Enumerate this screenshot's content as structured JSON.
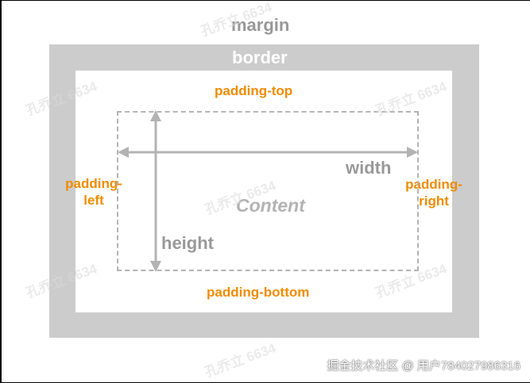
{
  "labels": {
    "margin": "margin",
    "border": "border",
    "padding_top": "padding-top",
    "padding_left_1": "padding-",
    "padding_left_2": "left",
    "padding_right_1": "padding-",
    "padding_right_2": "right",
    "padding_bottom": "padding-bottom",
    "content": "Content",
    "width": "width",
    "height": "height"
  },
  "watermark": {
    "diagonal": "孔乔立 6634",
    "footer": "掘金技术社区 @ 用户784027986316"
  },
  "colors": {
    "border_fill": "#cccccc",
    "accent": "#f08c00",
    "arrow": "#b3b3b3"
  }
}
